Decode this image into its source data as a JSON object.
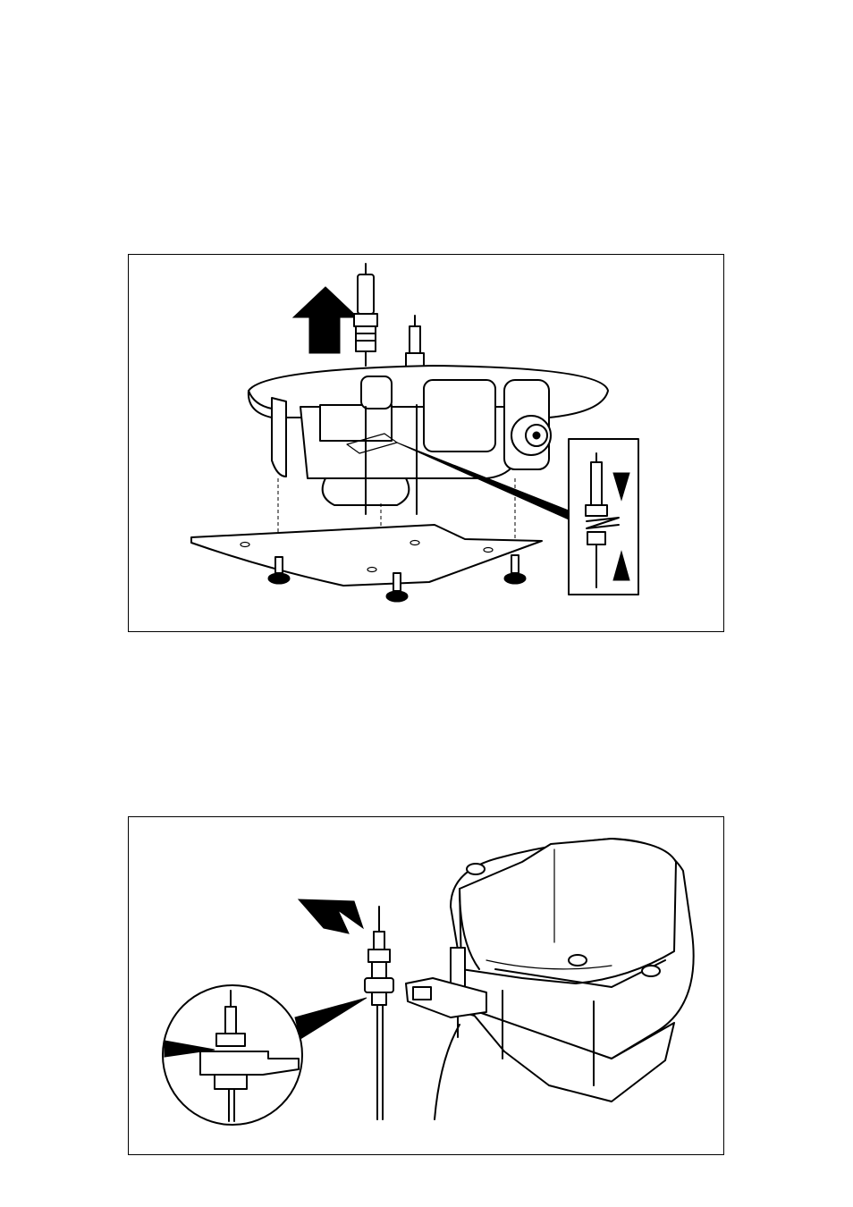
{
  "figures": [
    {
      "id": "top",
      "components": [
        "burner-plate",
        "burner-housing",
        "ignition-electrode",
        "monitoring-probe",
        "mounting-plate",
        "mounting-screw",
        "detail-inset",
        "removal-arrow"
      ]
    },
    {
      "id": "bottom",
      "components": [
        "burner-pot",
        "electrode-bracket",
        "ignition-electrode",
        "detail-inset",
        "removal-arrow"
      ]
    }
  ],
  "colors": {
    "line": "#000000",
    "background": "#ffffff"
  }
}
